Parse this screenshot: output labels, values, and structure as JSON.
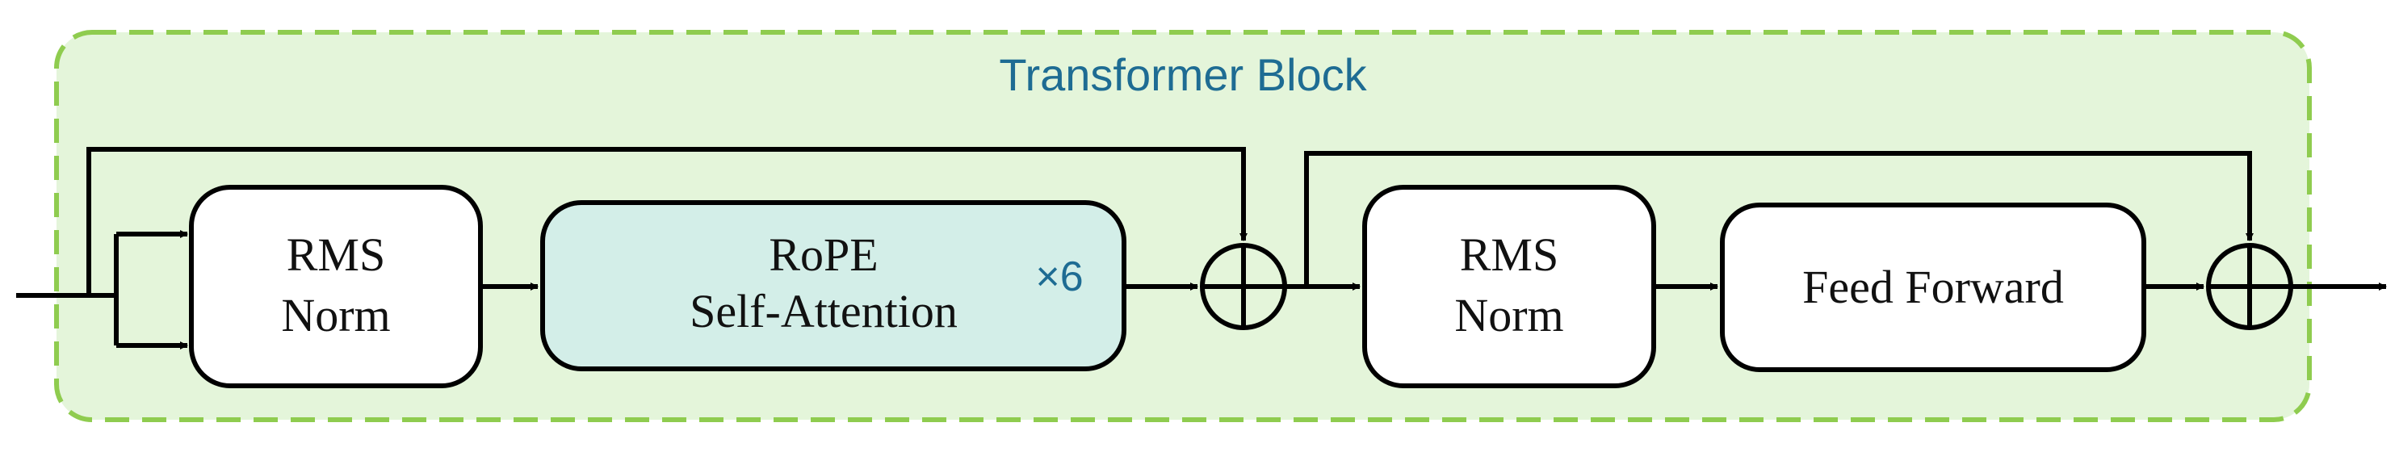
{
  "title": "Transformer Block",
  "blocks": {
    "rms_norm_1": {
      "line1": "RMS",
      "line2": "Norm"
    },
    "attention": {
      "line1": "RoPE",
      "line2": "Self-Attention",
      "repeat": "×6"
    },
    "rms_norm_2": {
      "line1": "RMS",
      "line2": "Norm"
    },
    "feed_forward": {
      "label": "Feed Forward"
    }
  },
  "colors": {
    "container_fill": "#e4f5da",
    "container_border": "#8fcc4f",
    "attention_fill": "#d3eee8",
    "accent_text": "#1e6c93",
    "stroke": "#000000"
  },
  "icons": {
    "add": "circle-plus-icon",
    "arrow": "arrow-head-icon"
  }
}
